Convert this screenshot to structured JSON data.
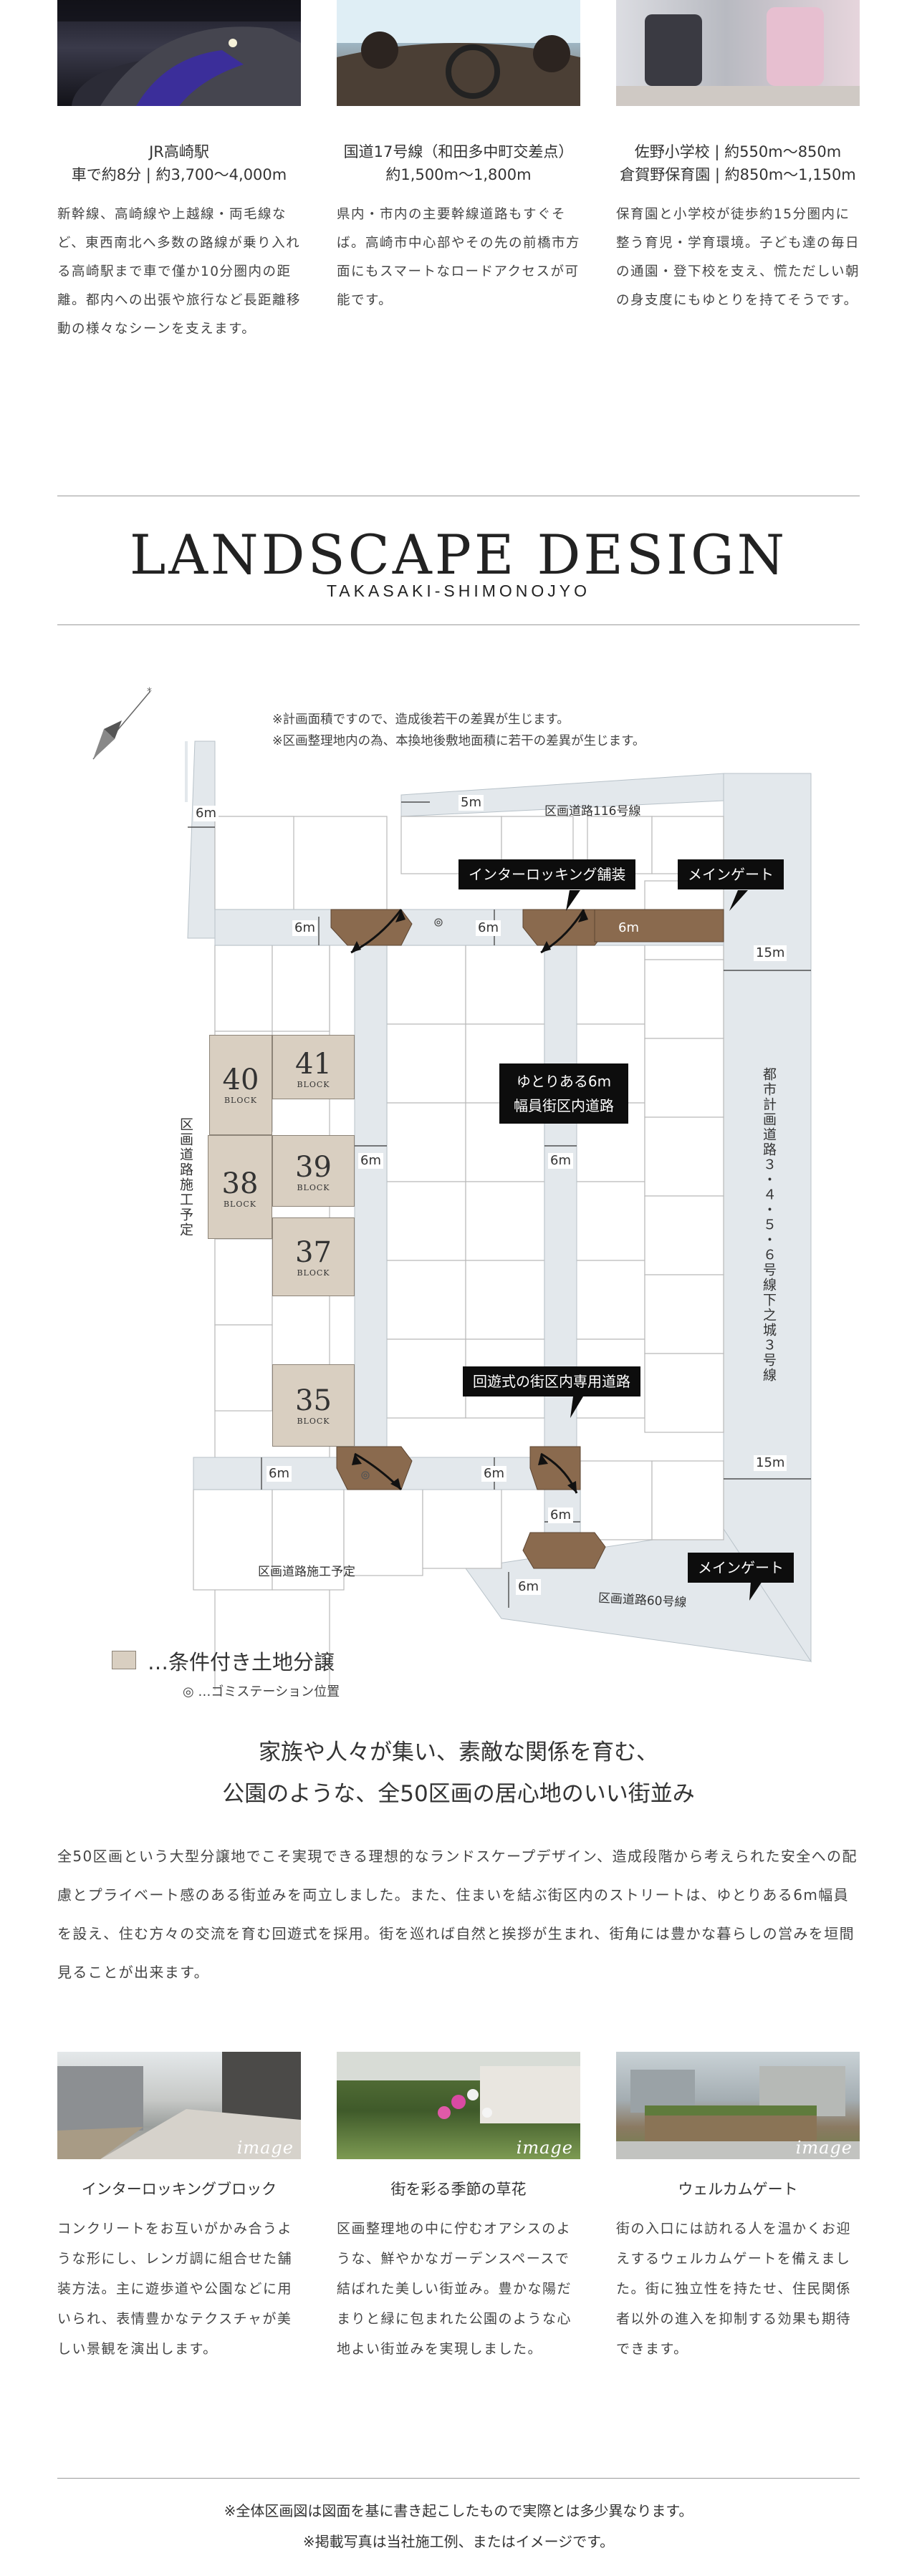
{
  "access": [
    {
      "title_line1": "JR高崎駅",
      "title_line2": "車で約8分 | 約3,700〜4,000m",
      "body": "新幹線、高崎線や上越線・両毛線など、東西南北へ多数の路線が乗り入れる高崎駅まで車で僅か10分圏内の距離。都内への出張や旅行など長距離移動の様々なシーンを支えます。"
    },
    {
      "title_line1": "国道17号線（和田多中町交差点）",
      "title_line2": "約1,500m〜1,800m",
      "body": "県内・市内の主要幹線道路もすぐそば。高崎市中心部やその先の前橋市方面にもスマートなロードアクセスが可能です。"
    },
    {
      "title_line1": "佐野小学校 | 約550m〜850m",
      "title_line2": "倉賀野保育園 | 約850m〜1,150m",
      "body": "保育園と小学校が徒歩約15分圏内に整う育児・学育環境。子ども達の毎日の通園・登下校を支え、慌ただしい朝の身支度にもゆとりを持てそうです。"
    }
  ],
  "landscape": {
    "title": "LANDSCAPE DESIGN",
    "subtitle": "TAKASAKI-SHIMONOJYO"
  },
  "map": {
    "notes": [
      "※計画面積ですので、造成後若干の差異が生じます。",
      "※区画整理地内の為、本換地後敷地面積に若干の差異が生じます。"
    ],
    "callouts": {
      "interlocking": "インターロッキング舗装",
      "main_gate_top": "メインゲート",
      "main_gate_bottom": "メインゲート",
      "wide_road_1": "ゆとりある6m",
      "wide_road_2": "幅員街区内道路",
      "loop_road": "回遊式の街区内専用道路"
    },
    "road_labels": {
      "road116": "区画道路116号線",
      "road60": "区画道路60号線",
      "planned_bottom": "区画道路施工予定",
      "planned_left": "区画道路施工予定",
      "city_road": "都市計画道路３・４・５・６号線下之城３号線"
    },
    "widths": {
      "w6": "6m",
      "w5": "5m",
      "w15": "15m"
    },
    "blocks": [
      {
        "num": "40",
        "label": "BLOCK"
      },
      {
        "num": "41",
        "label": "BLOCK"
      },
      {
        "num": "38",
        "label": "BLOCK"
      },
      {
        "num": "39",
        "label": "BLOCK"
      },
      {
        "num": "37",
        "label": "BLOCK"
      },
      {
        "num": "35",
        "label": "BLOCK"
      }
    ],
    "legend_conditional": "…条件付き土地分譲",
    "legend_garbage": "◎ …ゴミステーション位置",
    "colors": {
      "road": "#e3e8ec",
      "paving": "#8a6a4e",
      "conditional_lot": "#d9cfc1"
    }
  },
  "headline": {
    "line1": "家族や人々が集い、素敵な関係を育む、",
    "line2": "公園のような、全50区画の居心地のいい街並み"
  },
  "intro": "全50区画という大型分譲地でこそ実現できる理想的なランドスケープデザイン、造成段階から考えられた安全への配慮とプライベート感のある街並みを両立しました。また、住まいを結ぶ街区内のストリートは、ゆとりある6m幅員を設え、住む方々の交流を育む回遊式を採用。街を巡れば自然と挨拶が生まれ、街角には豊かな暮らしの営みを垣間見ることが出来ます。",
  "features": [
    {
      "image_tag": "image",
      "title": "インターロッキングブロック",
      "body": "コンクリートをお互いがかみ合うような形にし、レンガ調に組合せた舗装方法。主に遊歩道や公園などに用いられ、表情豊かなテクスチャが美しい景観を演出します。"
    },
    {
      "image_tag": "image",
      "title": "街を彩る季節の草花",
      "body": "区画整理地の中に佇むオアシスのような、鮮やかなガーデンスペースで結ばれた美しい街並み。豊かな陽だまりと緑に包まれた公園のような心地よい街並みを実現しました。"
    },
    {
      "image_tag": "image",
      "title": "ウェルカムゲート",
      "body": "街の入口には訪れる人を温かくお迎えするウェルカムゲートを備えました。街に独立性を持たせ、住民関係者以外の進入を抑制する効果も期待できます。"
    }
  ],
  "footer": {
    "line1": "※全体区画図は図面を基に書き起こしたもので実際とは多少異なります。",
    "line2": "※掲載写真は当社施工例、またはイメージです。"
  }
}
